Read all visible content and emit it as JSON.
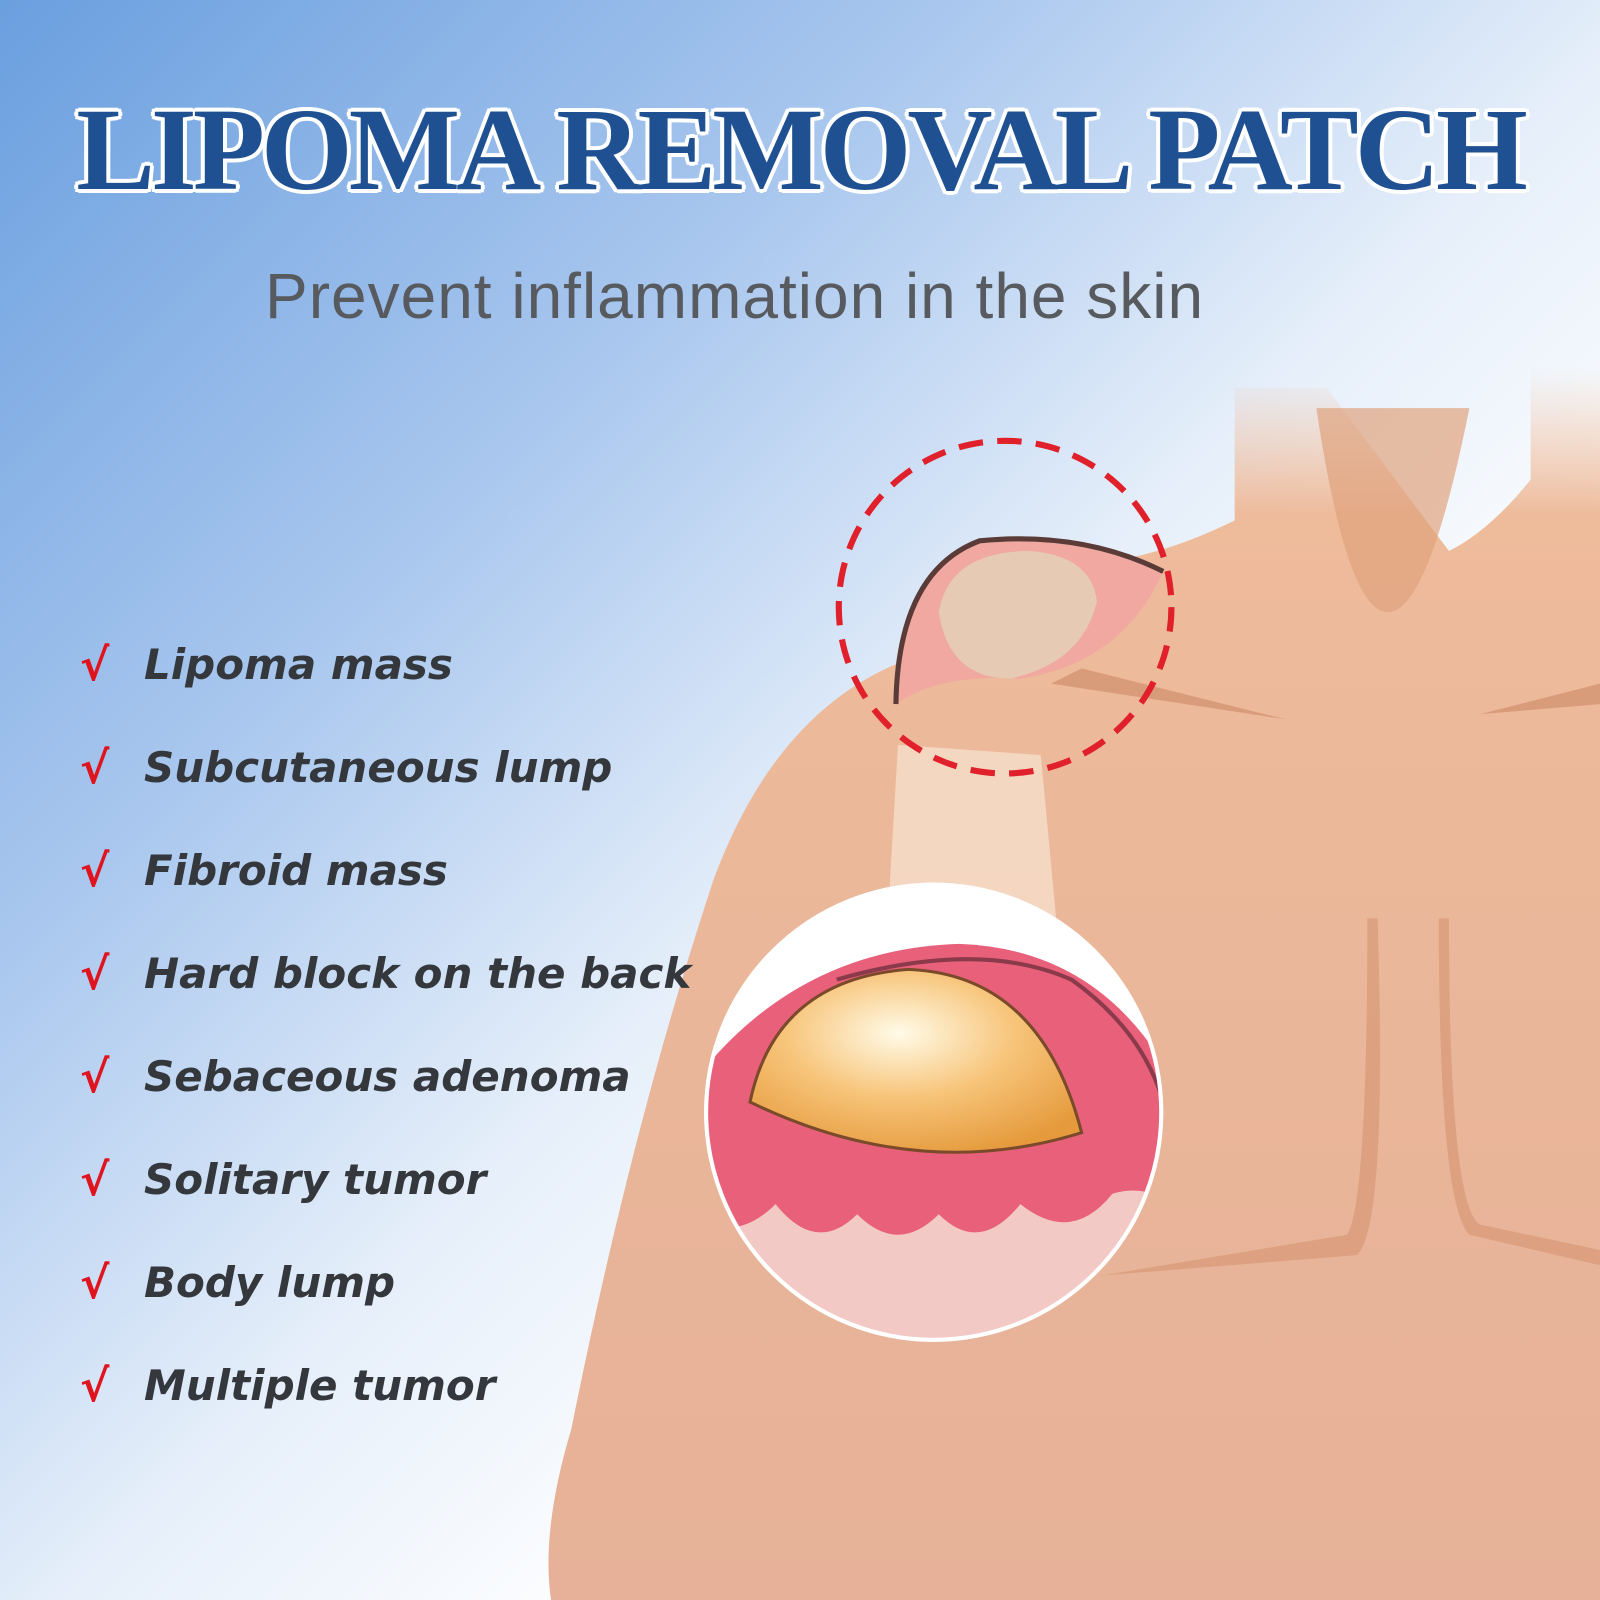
{
  "header": {
    "title": "LIPOMA REMOVAL PATCH",
    "subtitle": "Prevent inflammation in the skin"
  },
  "checklist": {
    "icon": "check-mark-icon",
    "mark": "√",
    "items": [
      "Lipoma mass",
      "Subcutaneous lump",
      "Fibroid mass",
      "Hard block on the back",
      "Sebaceous adenoma",
      "Solitary tumor",
      "Body lump",
      "Multiple tumor"
    ]
  },
  "colors": {
    "title": "#1f5192",
    "check": "#e0141e",
    "skin": "#ecb594",
    "dashed_circle": "#e0202a"
  }
}
